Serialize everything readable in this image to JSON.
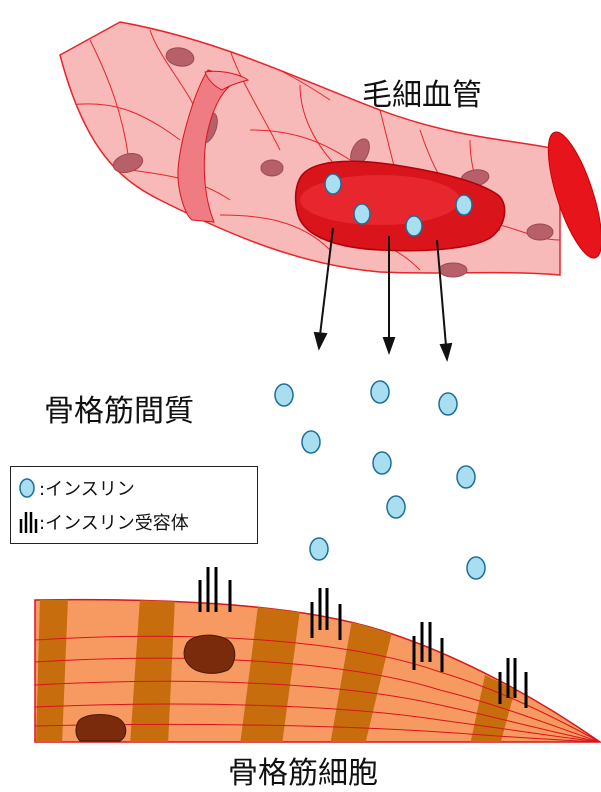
{
  "labels": {
    "capillary": "毛細血管",
    "interstitium": "骨格筋間質",
    "muscle_cell": "骨格筋細胞"
  },
  "legend": {
    "insulin": ":インスリン",
    "receptor": ":インスリン受容体"
  },
  "colors": {
    "capillary_wall": "#f8b9b9",
    "capillary_line": "#e8252b",
    "nucleus": "#b8606a",
    "red_blood_cell": "#d9141b",
    "insulin": "#a9def0",
    "muscle": "#f69a61",
    "muscle_band": "#c76d0e",
    "muscle_nucleus": "#7a2b0c",
    "receptor": "#000000"
  },
  "icons": {
    "insulin": "light-blue-circle",
    "receptor": "three-vertical-bars"
  }
}
